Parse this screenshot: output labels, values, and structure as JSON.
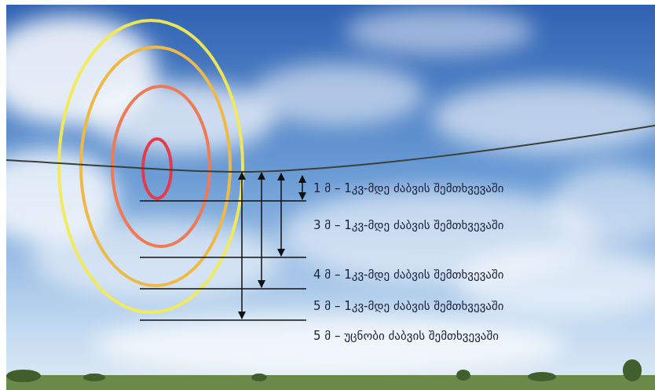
{
  "diagram": {
    "labels": [
      "1 მ – 1კვ-მდე ძაბვის შემთხვევაში",
      "3 მ – 1კვ-მდე ძაბვის შემთხვევაში",
      "4 მ – 1კვ-მდე ძაბვის შემთხვევაში",
      "5 მ – 1კვ-მდე ძაბვის შემთხვევაში",
      "5 მ – უცნობი ძაბვის შემთხვევაში"
    ]
  }
}
